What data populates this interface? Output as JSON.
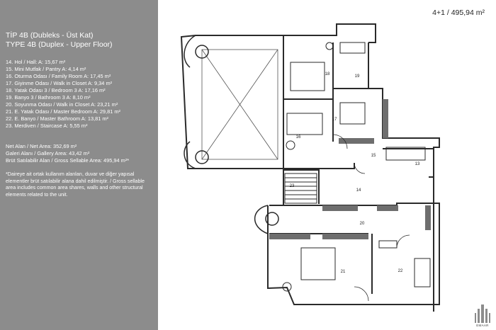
{
  "header": {
    "title_tr": "TİP 4B (Dubleks - Üst Kat)",
    "title_en": "TYPE 4B (Duplex - Upper Floor)",
    "unit_label": "4+1 / 495,94 m²"
  },
  "rooms": [
    "14. Hol / Hall: A: 15,67 m²",
    "15. Mini Mutfak / Pantry A: 4,14 m²",
    "16. Oturma Odası / Family Room A: 17,45 m²",
    "17. Giyinme Odası / Walk in Closet A: 9,34 m²",
    "18. Yatak Odası 3 / Bedroom 3 A: 17,16 m²",
    "19. Banyo 3 / Bathroom 3 A: 8,10 m²",
    "20. Soyunma Odası / Walk in Closet A: 23,21 m²",
    "21. E. Yatak Odası / Master Bedroom A: 29,81 m²",
    "22. E. Banyo / Master Bathroom A: 13,81 m²",
    "23. Merdiven / Staircase A: 5,55 m²"
  ],
  "areas": [
    "Net Alan / Net Area: 352,69 m²",
    "Galeri Alanı / Gallery Area: 43,42 m²",
    "Brüt Satılabilir Alan / Gross Sellable Area: 495,94 m²*"
  ],
  "note": "*Daireye ait ortak kullanım alanları, duvar ve diğer yapısal elementler brüt satılabilir alana dahil edilmiştir. / Gross sellable area includes common area shares, walls and other structural elements related to the unit.",
  "plan_labels": {
    "r14": "14",
    "r15": "15",
    "r16": "16",
    "r17": "17",
    "r18": "18",
    "r19": "19",
    "r20": "20",
    "r21": "21",
    "r22": "22",
    "r23": "23",
    "r13": "13"
  },
  "brand": "EMAAR",
  "colors": {
    "sidebar": "#8c8c8c",
    "wall": "#2a2a2a",
    "closet": "#6e6e6e"
  }
}
